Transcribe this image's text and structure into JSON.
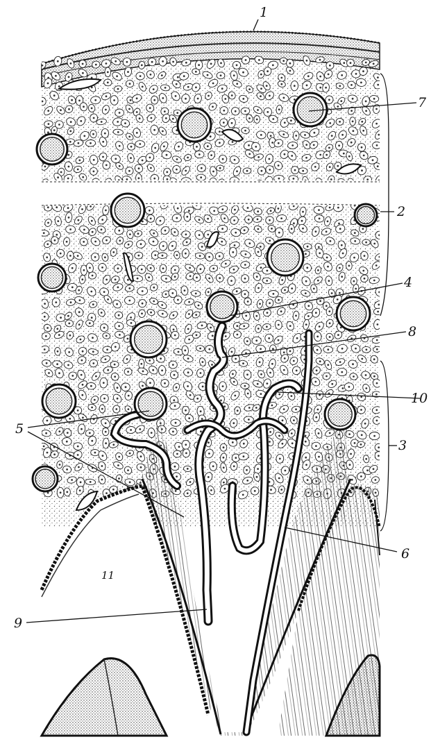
{
  "labels": {
    "l1": "1",
    "l2": "2",
    "l3": "3",
    "l4": "4",
    "l5": "5",
    "l6": "6",
    "l7": "7",
    "l8": "8",
    "l9": "9",
    "l10": "10",
    "l11": "11"
  },
  "colors": {
    "ink": "#111111",
    "stipple": "#555555",
    "paper": "#ffffff"
  }
}
